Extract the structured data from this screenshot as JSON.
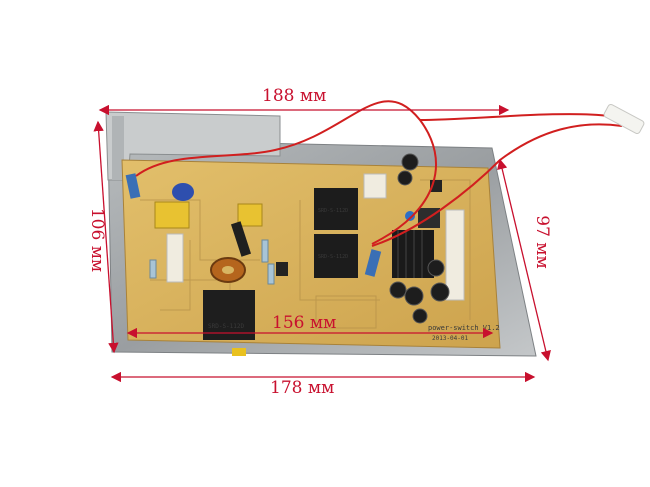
{
  "dimensions": {
    "top_label": "188 мм",
    "bottom_label": "178 мм",
    "inner_label": "156 мм",
    "left_label": "106 мм",
    "right_label": "97 мм"
  },
  "board": {
    "silkscreen_name": "power-switch V1.2",
    "silkscreen_date": "2013-04-01",
    "relay_label": "SRD-S-112D",
    "relay_small": "SRD-S-112D",
    "relay_mid_1": "SRD-S-112D",
    "relay_mid_2": "SRD-S-112D"
  },
  "colors": {
    "dimension_line": "#c8102e",
    "pcb": "#d9b25a",
    "plate": "#9ea3a6"
  }
}
